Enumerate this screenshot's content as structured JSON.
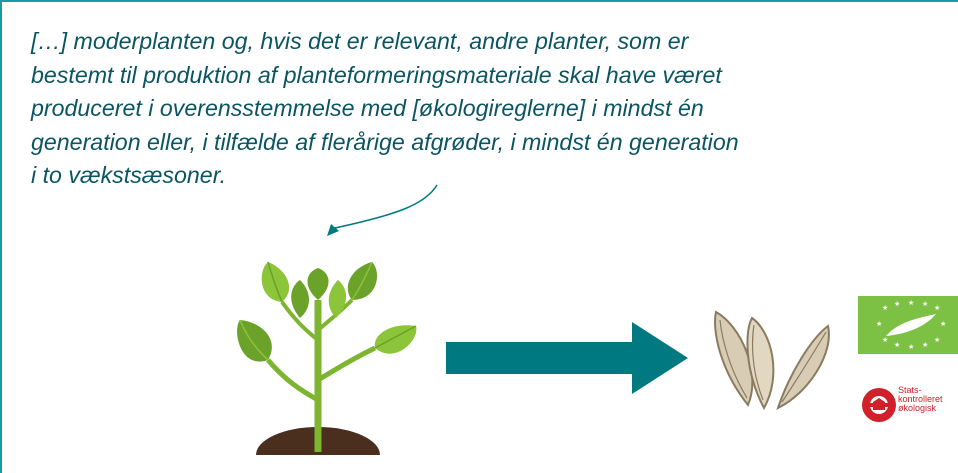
{
  "quote": {
    "text": "[…] moderplanten og, hvis det er relevant, andre planter, som er\nbestemt til produktion af planteformeringsmateriale skal have været\nproduceret i overensstemmelse med [økologireglerne] i mindst én\ngeneration eller, i tilfælde af flerårige afgrøder, i mindst én generation\ni to vækstsæsoner."
  },
  "logos": {
    "eu_organic_icon": "eu-organic-leaf-logo",
    "dk_organic_icon": "danish-state-controlled-organic-logo",
    "dk_organic_text": "Stats-\nkontrolleret\nøkologisk"
  },
  "colors": {
    "frame": "#1a9aa3",
    "quote_text": "#0b5563",
    "arrow": "#007a80",
    "leaf_dark": "#6aa22a",
    "leaf_light": "#8cc43a",
    "stem": "#7db530",
    "soil": "#4a2e1e",
    "seed": "#d8ccb4",
    "eu_green": "#7cc143",
    "dk_red": "#d0202a"
  }
}
